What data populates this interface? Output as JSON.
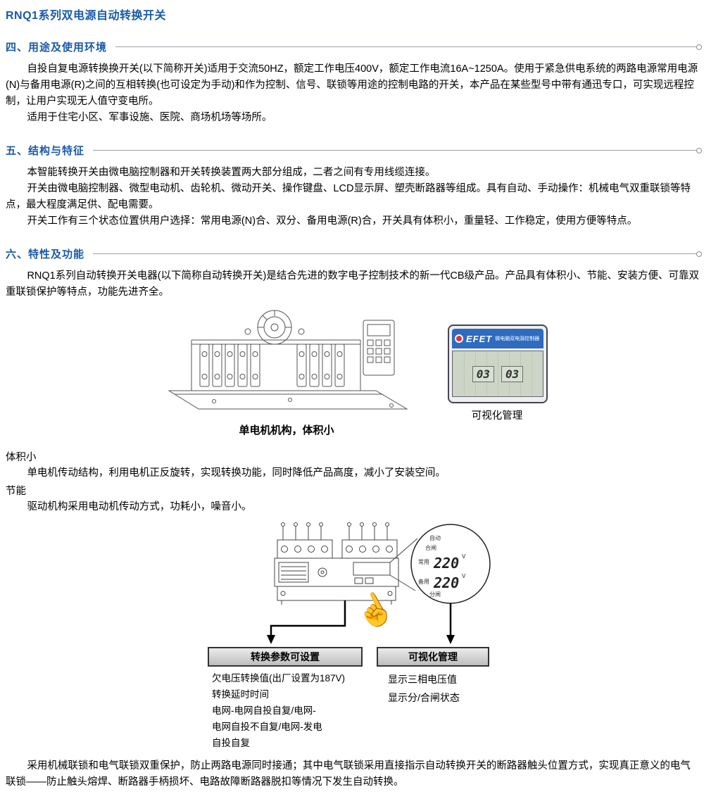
{
  "title": "RNQ1系列双电源自动转换开关",
  "sections": {
    "usage": {
      "heading": "四、用途及使用环境",
      "p1": "自投自复电源转换换开关(以下简称开关)适用于交流50HZ，额定工作电压400V，额定工作电流16A~1250A。使用于紧急供电系统的两路电源常用电源(N)与备用电源(R)之间的互相转换(也可设定为手动)和作为控制、信号、联锁等用途的控制电路的开关，本产品在某些型号中带有通迅专口，可实现远程控制，让用户实现无人值守变电所。",
      "p2": "适用于住宅小区、军事设施、医院、商场机场等场所。"
    },
    "structure": {
      "heading": "五、结构与特征",
      "p1": "本智能转换开关由微电脑控制器和开关转换装置两大部分组成，二者之间有专用线缆连接。",
      "p2": "开关由微电脑控制器、微型电动机、齿轮机、微动开关、操作键盘、LCD显示屏、塑壳断路器等组成。具有自动、手动操作：机械电气双重联锁等特点，最大程度满足供、配电需要。",
      "p3": "开关工作有三个状态位置供用户选择：常用电源(N)合、双分、备用电源(R)合，开关具有体积小，重量轻、工作稳定，使用方便等特点。"
    },
    "features": {
      "heading": "六、特性及功能",
      "p1": "RNQ1系列自动转换开关电器(以下简称自动转换开关)是结合先进的数字电子控制技术的新一代CB级产品。产品具有体积小、节能、安装方便、可靠双重联锁保护等特点，功能先进齐全。"
    }
  },
  "figure1": {
    "caption_machine": "单电机机构，体积小",
    "caption_controller": "可视化管理",
    "controller": {
      "brand": "EFET",
      "label": "微电脑双电源控制器",
      "d1": "03",
      "d2": "03"
    }
  },
  "feature_notes": {
    "volume_title": "体积小",
    "volume_desc": "单电机传动结构，利用电机正反旋转，实现转换功能，同时降低产品高度，减小了安装空间。",
    "energy_title": "节能",
    "energy_desc": "驱动机构采用电动机传动方式，功耗小，噪音小。"
  },
  "figure2": {
    "display": {
      "auto": "自动",
      "close": "合闸",
      "normal": "常用",
      "reserve": "备用",
      "open": "分闸",
      "v1": "220",
      "v2": "220",
      "unit": "V"
    }
  },
  "boxes": {
    "params": {
      "header": "转换参数可设置",
      "lines": [
        "欠电压转换值(出厂设置为187V)",
        "转换延时时间",
        "电网-电网自投自复/电网-",
        "电网自投不自复/电网-发电",
        "自投自复"
      ]
    },
    "visual": {
      "header": "可视化管理",
      "lines": [
        "显示三相电压值",
        "显示分/合闸状态"
      ]
    }
  },
  "footer_para": "采用机械联锁和电气联锁双重保护，防止两路电源同时接通；其中电气联锁采用直接指示自动转换开关的断路器触头位置方式，实现真正意义的电气联锁——防止触头熔焊、断路器手柄损坏、电路故障断路器脱扣等情况下发生自动转换。"
}
